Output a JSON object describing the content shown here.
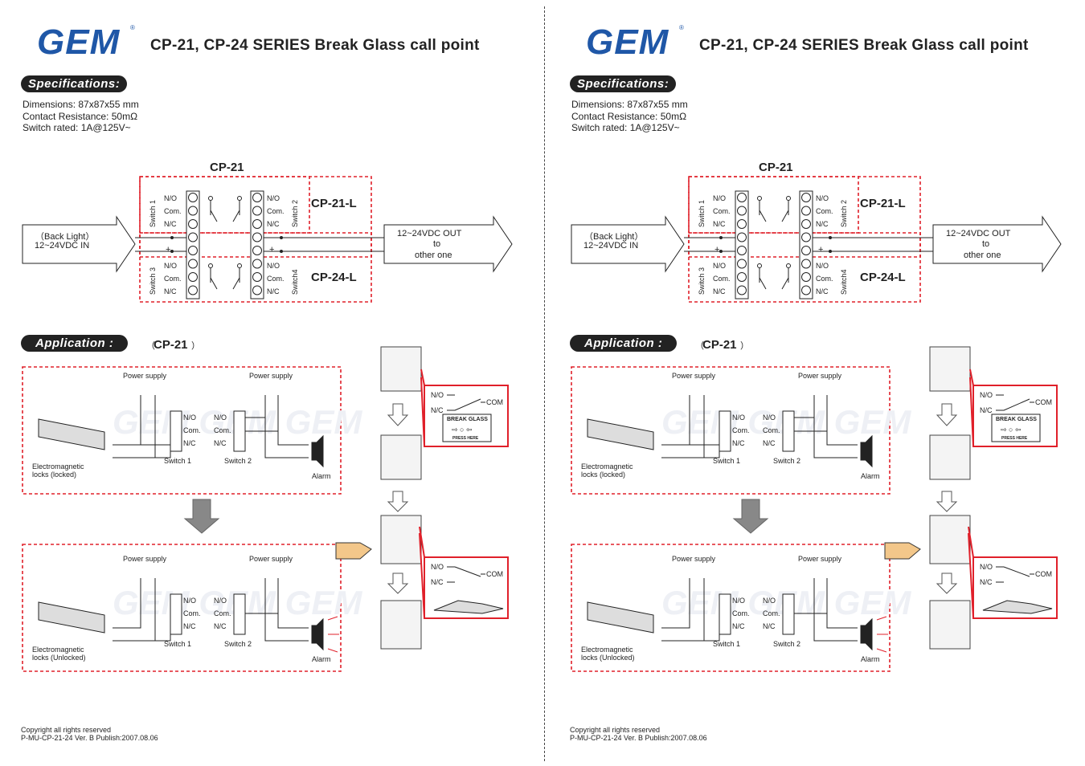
{
  "header": {
    "logo": "GEM",
    "registered": "®",
    "title": "CP-21, CP-24 SERIES Break Glass call point"
  },
  "specifications": {
    "heading": "Specifications:",
    "lines": [
      "Dimensions: 87x87x55 mm",
      "Contact Resistance: 50mΩ",
      "Switch rated: 1A@125V~"
    ]
  },
  "wiring": {
    "model_cp21": "CP-21",
    "model_cp21l": "CP-21-L",
    "model_cp24l": "CP-24-L",
    "input_line1": "（Back Light）",
    "input_line2": "12~24VDC  IN",
    "output_line1": "12~24VDC  OUT",
    "output_line2": "to",
    "output_line3": "other one",
    "terminals": [
      "N/O",
      "Com.",
      "N/C"
    ],
    "switches": [
      "Switch 1",
      "Switch 2",
      "Switch 3",
      "Switch4"
    ],
    "minus": "—",
    "plus": "+"
  },
  "application": {
    "heading": "Application  :",
    "model": "CP-21",
    "power_supply": "Power supply",
    "no": "N/O",
    "com": "Com.",
    "nc": "N/C",
    "switch1": "Switch 1",
    "switch2": "Switch 2",
    "lock_locked_1": "Electromagnetic",
    "lock_locked_2": "locks (locked)",
    "lock_unlocked_1": "Electromagnetic",
    "lock_unlocked_2": "locks (Unlocked)",
    "alarm": "Alarm",
    "callout_no": "N/O",
    "callout_nc": "N/C",
    "callout_com": "COM",
    "break_glass": "BREAK GLASS",
    "press_here": "PRESS HERE"
  },
  "footer": {
    "line1": "Copyright all rights reserved",
    "line2": "P-MU-CP-21-24   Ver. B  Publish:2007.08.06"
  },
  "colors": {
    "brand": "#1f57a7",
    "accent_red": "#e0202a",
    "ink": "#222222"
  }
}
